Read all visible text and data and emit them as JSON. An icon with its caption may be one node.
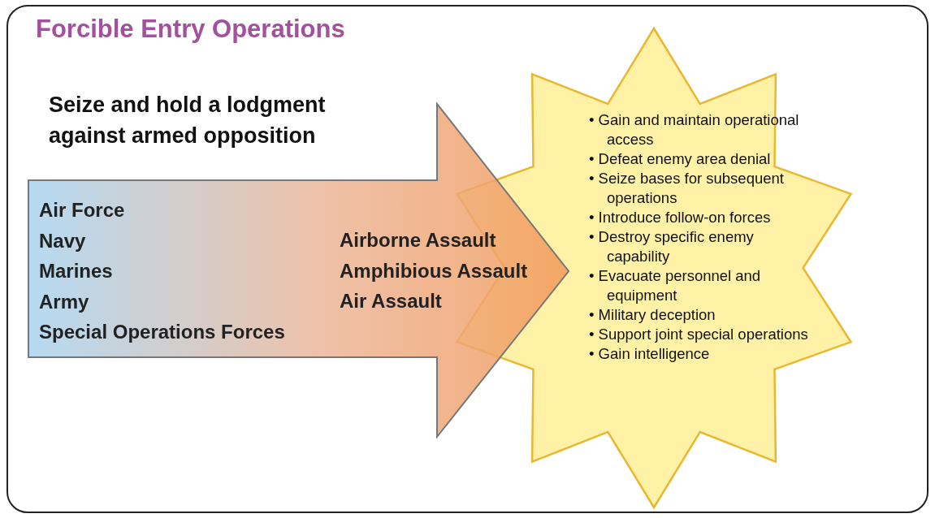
{
  "diagram": {
    "title": "Forcible Entry Operations",
    "nodes": [
      {
        "text": [
          "Air Force",
          "Navy",
          "Marines",
          "Army",
          "Special Operations Forces",
          "Airborne Assault",
          "Amphibious Assault",
          "Air Assault"
        ]
      },
      {
        "text": [
          "• Gain and maintain operational access",
          "• Defeat enemy area denial",
          "• Seize bases for subsequent operations",
          "• Introduce follow-on forces",
          "• Destroy specific enemy capability",
          "• Evacuate personnel and equipment",
          "• Military deception",
          "• Support joint special operations",
          "• Gain intelligence"
        ]
      }
    ],
    "edges": [],
    "labels": [
      "Seize and hold a lodgment against armed opposition"
    ]
  }
}
